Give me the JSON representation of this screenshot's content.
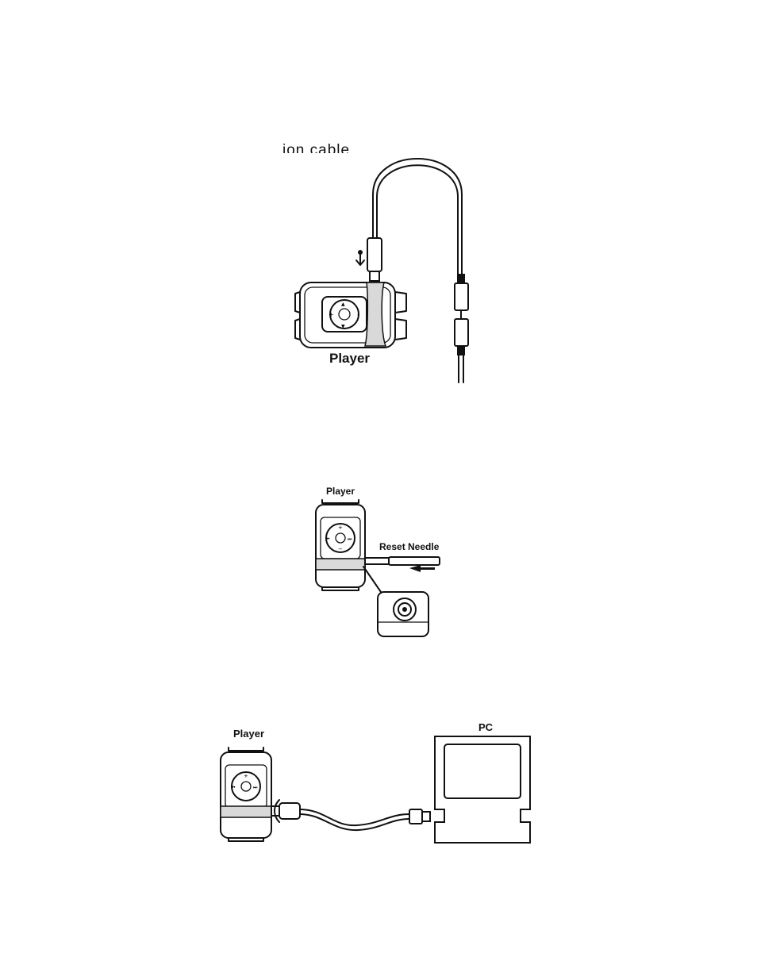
{
  "figure1": {
    "cropped_label": "ion cable.",
    "player_label": "Player"
  },
  "figure2": {
    "player_label": "Player",
    "needle_label": "Reset Needle"
  },
  "figure3": {
    "player_label": "Player",
    "pc_label": "PC"
  }
}
